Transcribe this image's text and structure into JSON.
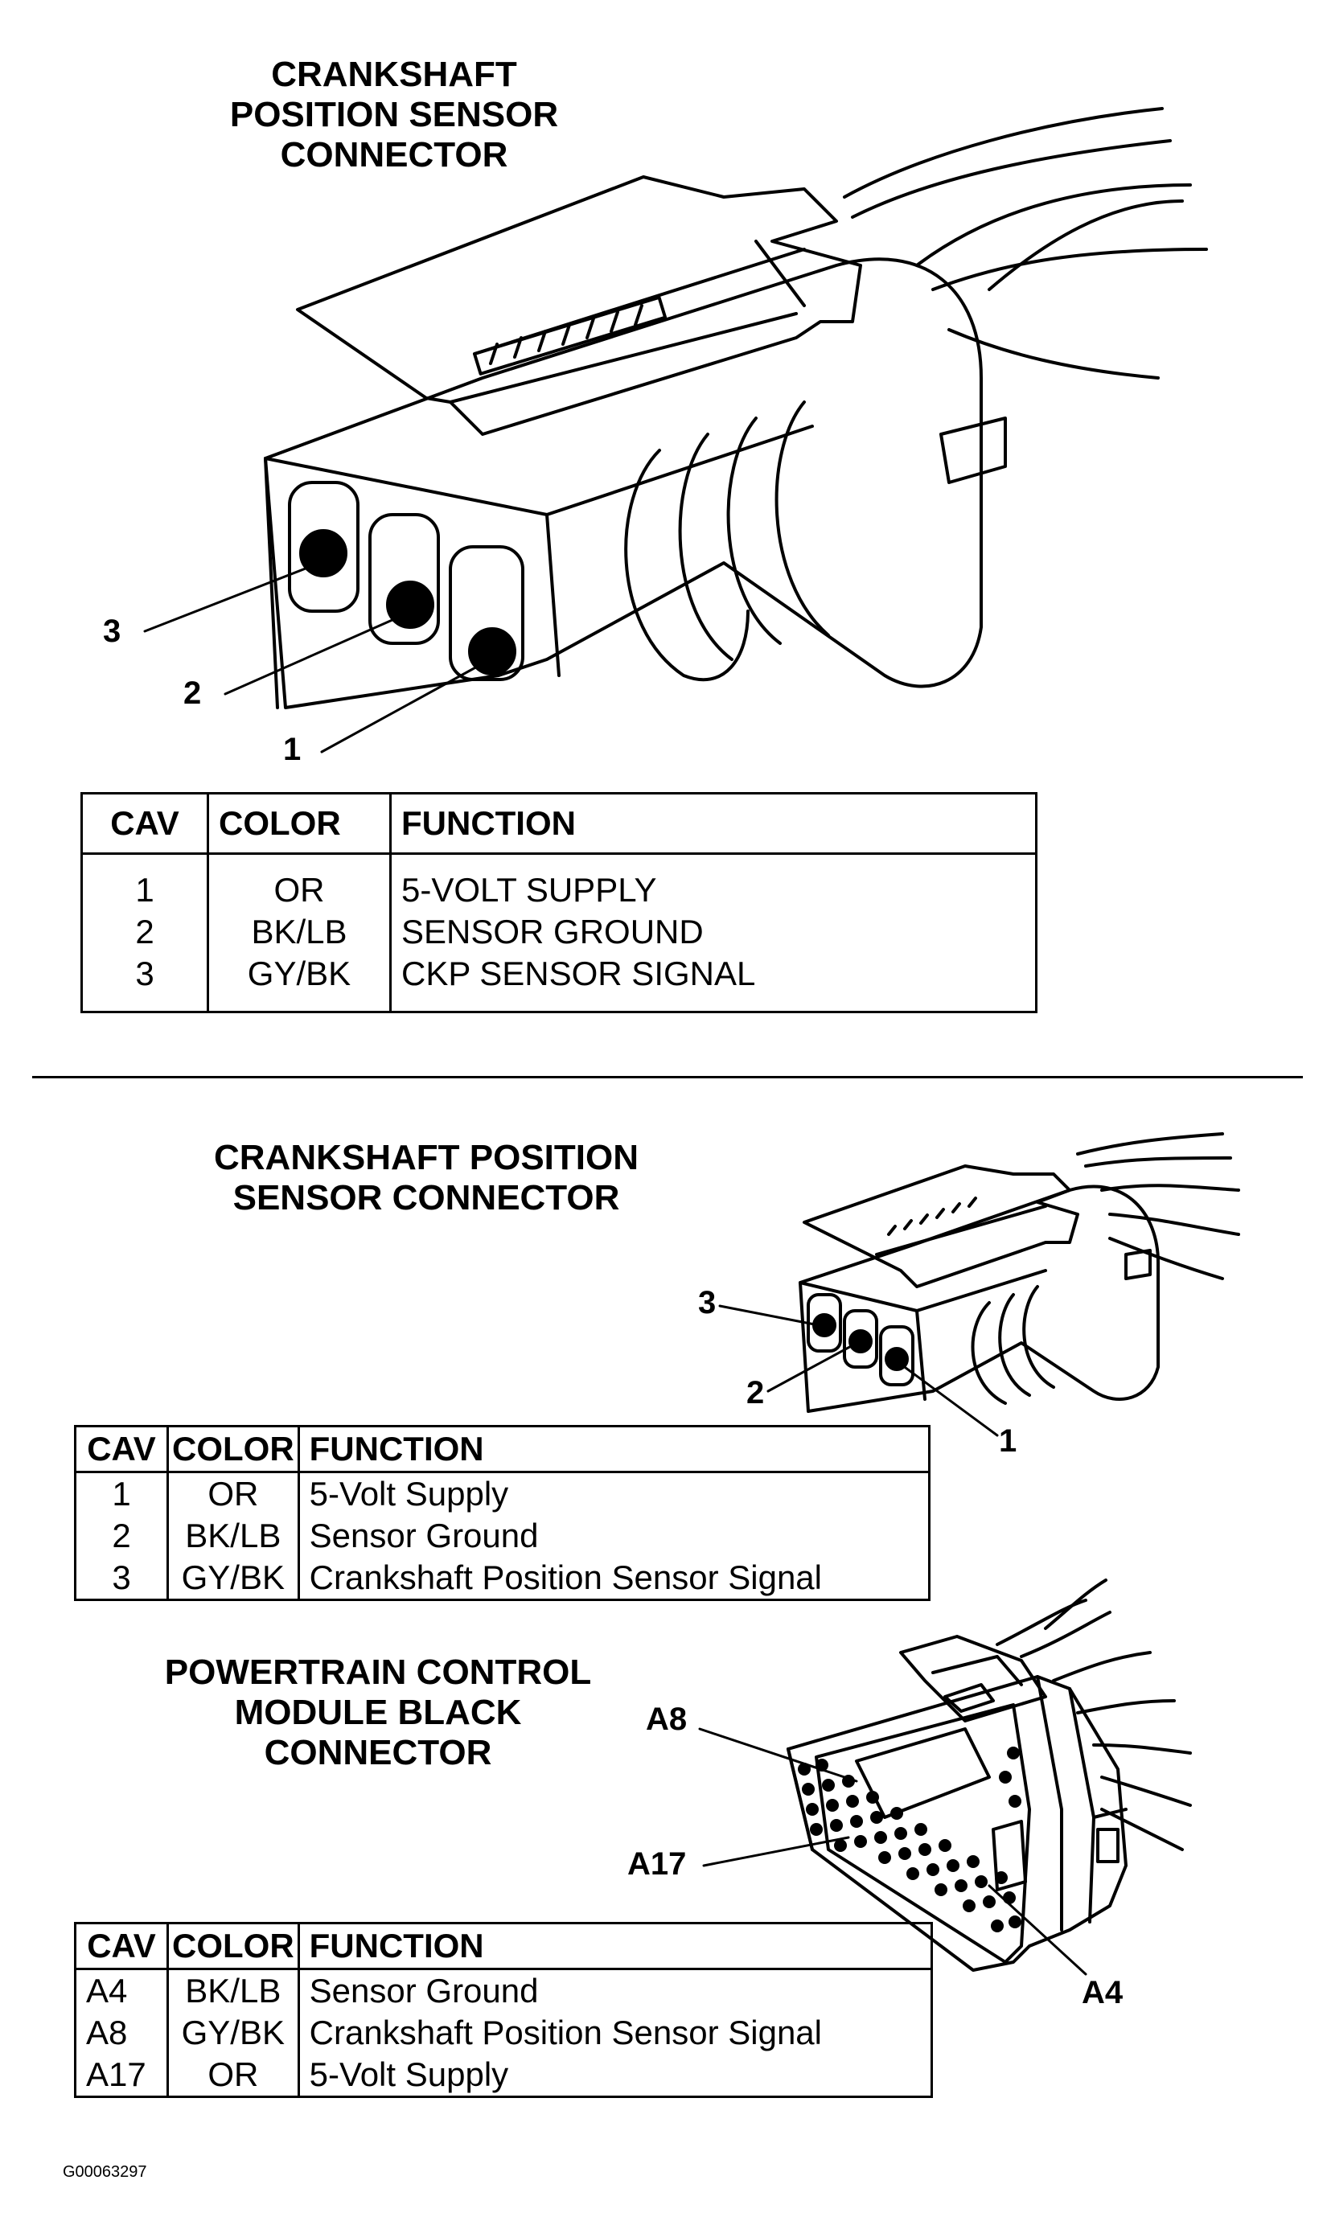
{
  "top_section": {
    "title_lines": [
      "CRANKSHAFT",
      "POSITION SENSOR",
      "CONNECTOR"
    ],
    "pin_labels": [
      "3",
      "2",
      "1"
    ],
    "table": {
      "headers": [
        "CAV",
        "COLOR",
        "FUNCTION"
      ],
      "rows": [
        {
          "cav": "1",
          "color": "OR",
          "function": "5-VOLT SUPPLY"
        },
        {
          "cav": "2",
          "color": "BK/LB",
          "function": "SENSOR GROUND"
        },
        {
          "cav": "3",
          "color": "GY/BK",
          "function": "CKP SENSOR SIGNAL"
        }
      ]
    }
  },
  "middle_section": {
    "title_lines": [
      "CRANKSHAFT POSITION",
      "SENSOR CONNECTOR"
    ],
    "pin_labels": [
      "3",
      "2",
      "1"
    ],
    "table": {
      "headers": [
        "CAV",
        "COLOR",
        "FUNCTION"
      ],
      "rows": [
        {
          "cav": "1",
          "color": "OR",
          "function": "5-Volt Supply"
        },
        {
          "cav": "2",
          "color": "BK/LB",
          "function": "Sensor Ground"
        },
        {
          "cav": "3",
          "color": "GY/BK",
          "function": "Crankshaft Position Sensor Signal"
        }
      ]
    }
  },
  "bottom_section": {
    "title_lines": [
      "POWERTRAIN CONTROL",
      "MODULE BLACK",
      "CONNECTOR"
    ],
    "pin_labels": [
      "A8",
      "A17",
      "A4"
    ],
    "table": {
      "headers": [
        "CAV",
        "COLOR",
        "FUNCTION"
      ],
      "rows": [
        {
          "cav": "A4",
          "color": "BK/LB",
          "function": "Sensor Ground"
        },
        {
          "cav": "A8",
          "color": "GY/BK",
          "function": "Crankshaft Position Sensor Signal"
        },
        {
          "cav": "A17",
          "color": "OR",
          "function": "5-Volt Supply"
        }
      ]
    }
  },
  "figure_code": "G00063297"
}
